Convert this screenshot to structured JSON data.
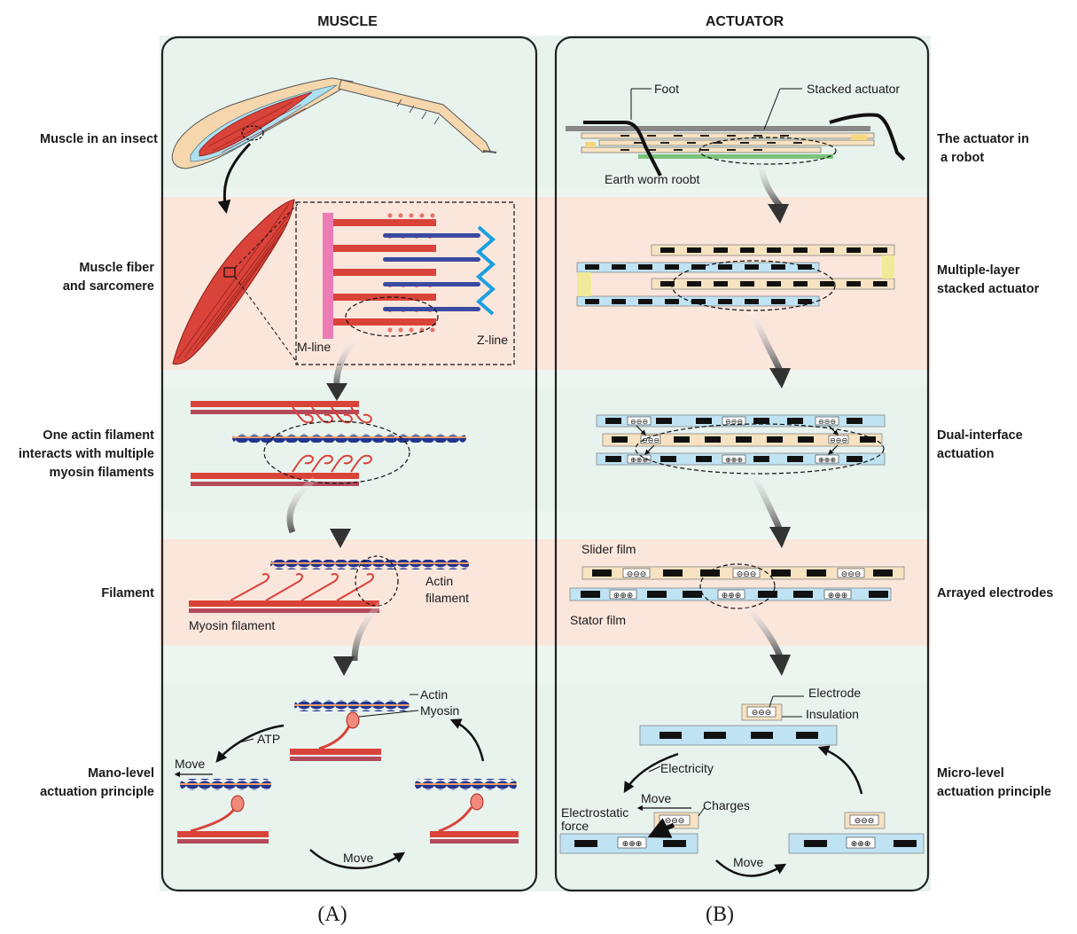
{
  "headers": {
    "muscle": "MUSCLE",
    "actuator": "ACTUATOR"
  },
  "captions": {
    "a": "(A)",
    "b": "(B)"
  },
  "muscle_rows": [
    {
      "line1": "Muscle in an insect",
      "line2": "",
      "line3": ""
    },
    {
      "line1": "Muscle fiber",
      "line2": "and sarcomere",
      "line3": ""
    },
    {
      "line1": "One actin filament",
      "line2": "interacts with multiple",
      "line3": "myosin filaments"
    },
    {
      "line1": "Filament",
      "line2": "",
      "line3": ""
    },
    {
      "line1": "Mano-level",
      "line2": "actuation principle",
      "line3": ""
    }
  ],
  "actuator_rows": [
    {
      "line1": "The actuator in",
      "line2": " a robot"
    },
    {
      "line1": "Multiple-layer",
      "line2": "stacked actuator"
    },
    {
      "line1": "Dual-interface",
      "line2": "actuation"
    },
    {
      "line1": "Arrayed electrodes",
      "line2": ""
    },
    {
      "line1": "Micro-level",
      "line2": "actuation principle"
    }
  ],
  "labels": {
    "m_line": "M-line",
    "z_line": "Z-line",
    "actin_filament_1": "Actin",
    "actin_filament_2": "filament",
    "myosin_filament": "Myosin filament",
    "actin": "Actin",
    "myosin": "Myosin",
    "atp": "ATP",
    "move_a1": "Move",
    "move_a2": "Move",
    "foot": "Foot",
    "stacked_actuator": "Stacked actuator",
    "earth_worm": "Earth worm roobt",
    "slider_film": "Slider film",
    "stator_film": "Stator film",
    "electrode": "Electrode",
    "insulation": "Insulation",
    "electricity": "Electricity",
    "move_b1": "Move",
    "charges": "Charges",
    "electrostatic_1": "Electrostatic",
    "electrostatic_2": "force",
    "move_b2": "Move",
    "neg_charges": "⊖⊖⊖",
    "pos_charges": "⊕⊕⊕"
  },
  "colors": {
    "green_band": "#e8f3ee",
    "pink_band": "#fbe6dc",
    "muscle_red": "#d9433a",
    "actin_blue": "#23338e",
    "film_blue": "#bfe3f3",
    "film_tan": "#f7e2c2",
    "z_line_blue": "#1aa0e0",
    "m_line_pink": "#ec7bb6"
  }
}
